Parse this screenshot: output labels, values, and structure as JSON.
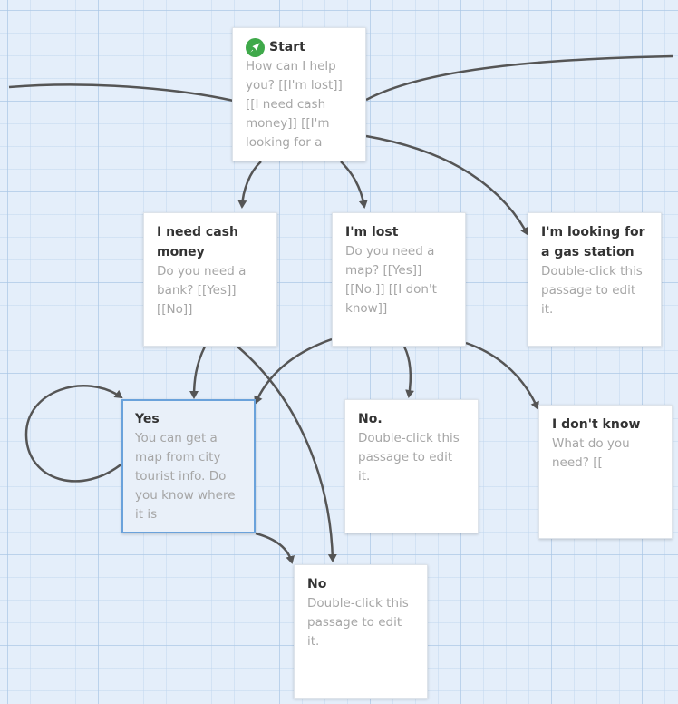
{
  "passages": [
    {
      "title": "Start",
      "excerpt": "How can I help you? [[I'm lost]] [[I need cash money]] [[I'm looking for a",
      "is_start": true
    },
    {
      "title": "I need cash money",
      "excerpt": "Do you need a bank? [[Yes]] [[No]]"
    },
    {
      "title": "I'm lost",
      "excerpt": "Do you need a map? [[Yes]] [[No.]] [[I don't know]]"
    },
    {
      "title": "I'm looking for a gas station",
      "excerpt": "Double-click this passage to edit it."
    },
    {
      "title": "Yes",
      "excerpt": "You can get a map from city tourist info. Do you know where it is",
      "selected": true
    },
    {
      "title": "No.",
      "excerpt": "Double-click this passage to edit it."
    },
    {
      "title": "I don't know",
      "excerpt": "What do you need? [["
    },
    {
      "title": "No",
      "excerpt": "Double-click this passage to edit it."
    }
  ],
  "colors": {
    "link_arrow": "#555555",
    "start_icon": "#3fa94a",
    "selected_border": "#6aa2db",
    "grid_background": "#e4eefa"
  },
  "icons": {
    "start": "rocket-icon"
  }
}
